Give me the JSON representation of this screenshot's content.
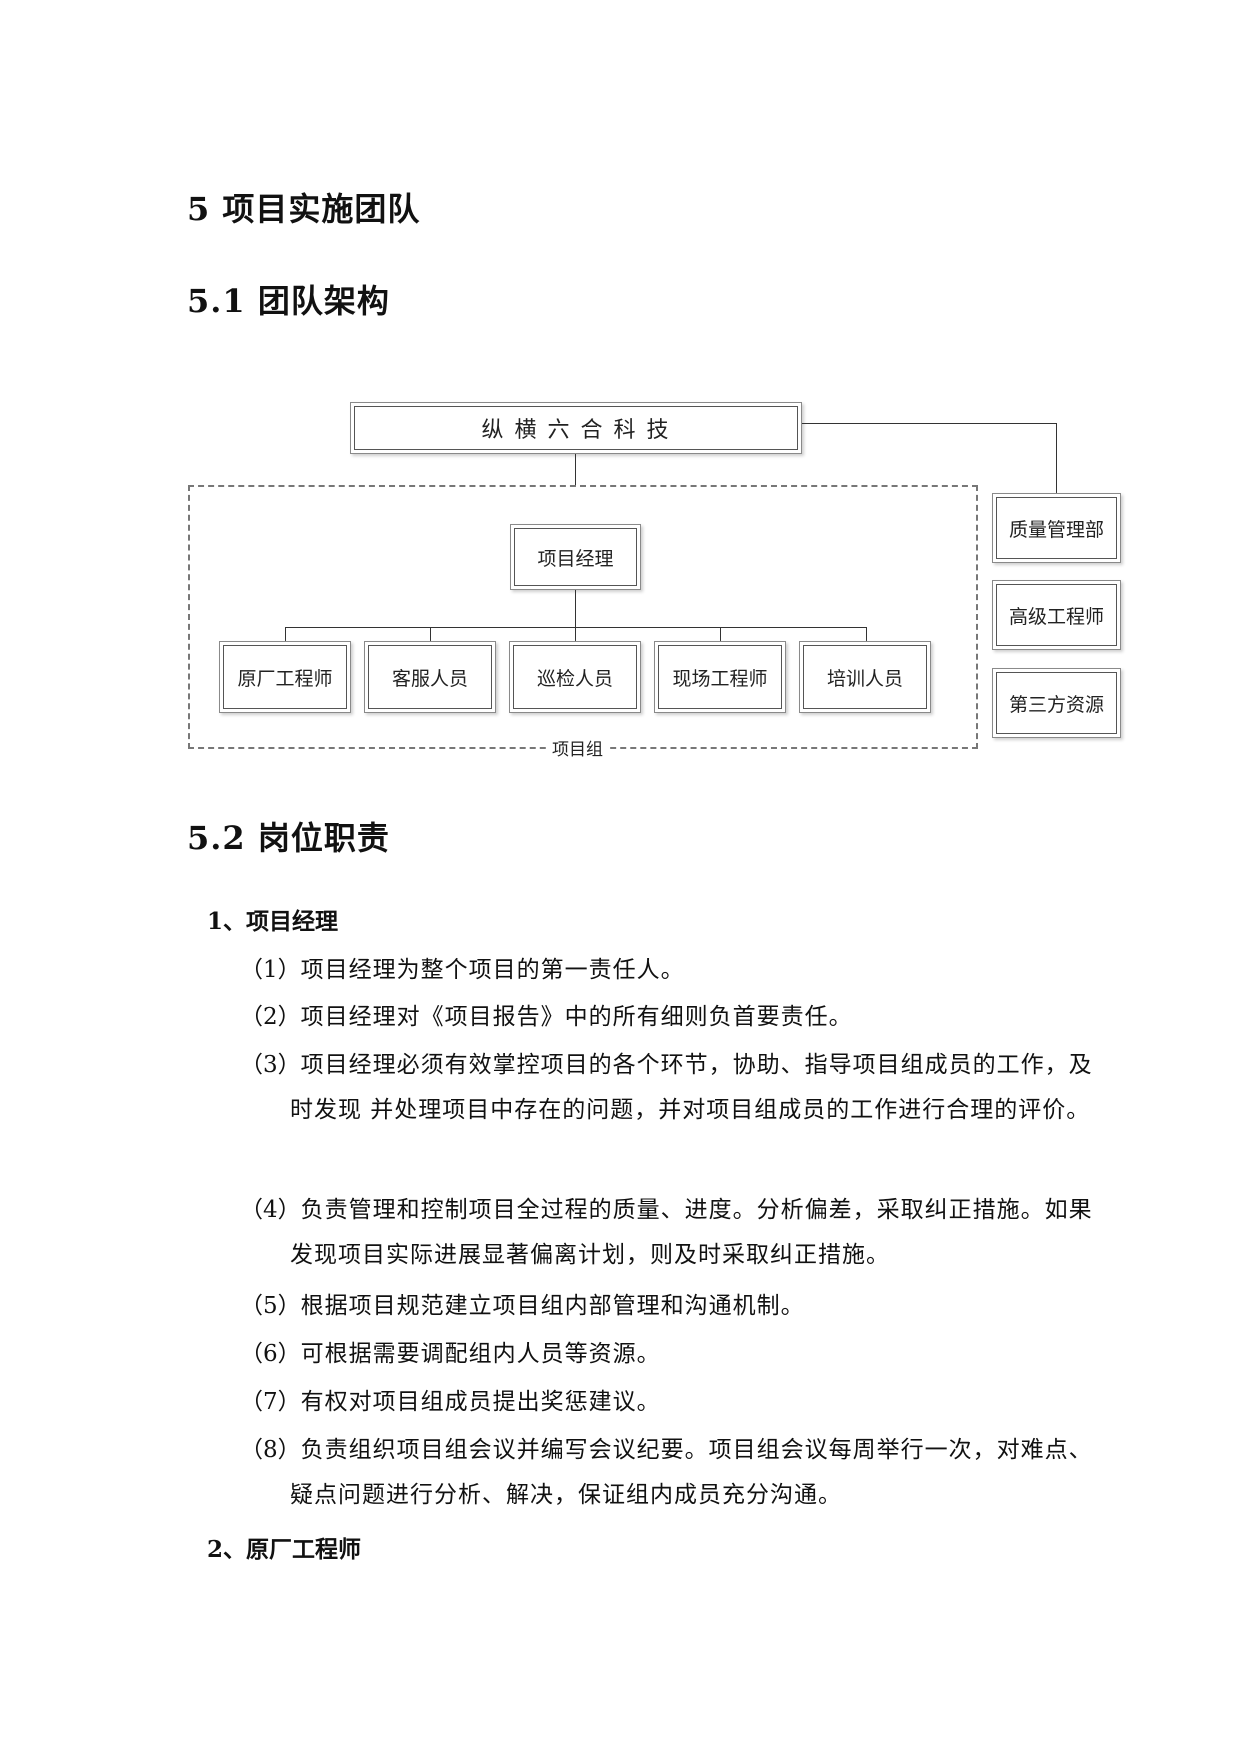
{
  "headings": {
    "h1": "5 项目实施团队",
    "h2_structure": "5.1 团队架构",
    "h2_duties": "5.2 岗位职责"
  },
  "org_chart": {
    "company": "纵 横 六 合 科 技",
    "manager": "项目经理",
    "members": [
      "原厂工程师",
      "客服人员",
      "巡检人员",
      "现场工程师",
      "培训人员"
    ],
    "side_units": [
      "质量管理部",
      "高级工程师",
      "第三方资源"
    ],
    "group_label": "项目组"
  },
  "sections": [
    {
      "title": "1、项目经理",
      "items": [
        {
          "num": "（1）",
          "text": "项目经理为整个项目的第一责任人。"
        },
        {
          "num": "（2）",
          "text": "项目经理对《项目报告》中的所有细则负首要责任。"
        },
        {
          "num": "（3）",
          "text": "项目经理必须有效掌控项目的各个环节，协助、指导项目组成员的工作，及时发现 并处理项目中存在的问题，并对项目组成员的工作进行合理的评价。"
        },
        {
          "num": "（4）",
          "text": "负责管理和控制项目全过程的质量、进度。分析偏差，采取纠正措施。如果发现项目实际进展显著偏离计划，则及时采取纠正措施。"
        },
        {
          "num": "（5）",
          "text": "根据项目规范建立项目组内部管理和沟通机制。"
        },
        {
          "num": "（6）",
          "text": "可根据需要调配组内人员等资源。"
        },
        {
          "num": "（7）",
          "text": "有权对项目组成员提出奖惩建议。"
        },
        {
          "num": "（8）",
          "text": "负责组织项目组会议并编写会议纪要。项目组会议每周举行一次，对难点、疑点问题进行分析、解决，保证组内成员充分沟通。"
        }
      ]
    },
    {
      "title": "2、原厂工程师",
      "items": []
    }
  ]
}
